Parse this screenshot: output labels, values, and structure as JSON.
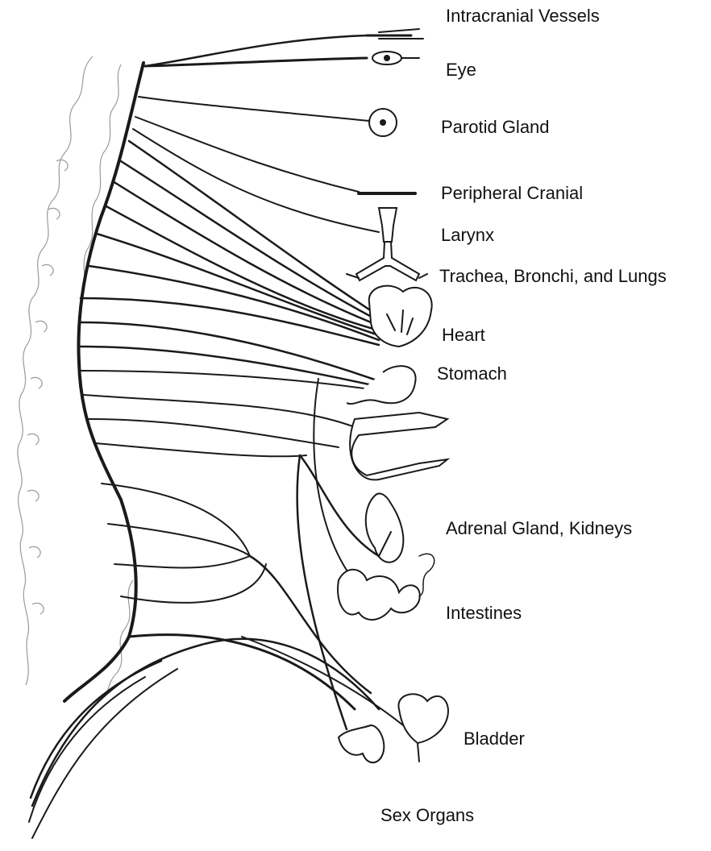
{
  "labels": {
    "intracranial_vessels": "Intracranial Vessels",
    "eye": "Eye",
    "parotid_gland": "Parotid Gland",
    "peripheral_cranial": "Peripheral Cranial",
    "larynx": "Larynx",
    "trachea": "Trachea, Bronchi, and Lungs",
    "heart": "Heart",
    "stomach": "Stomach",
    "adrenal_kidneys": "Adrenal Gland, Kidneys",
    "intestines": "Intestines",
    "bladder": "Bladder",
    "sex_organs": "Sex Organs"
  },
  "colors": {
    "ink": "#1a1a1a",
    "spine_outline": "#9a9a9a",
    "background": "#ffffff"
  }
}
